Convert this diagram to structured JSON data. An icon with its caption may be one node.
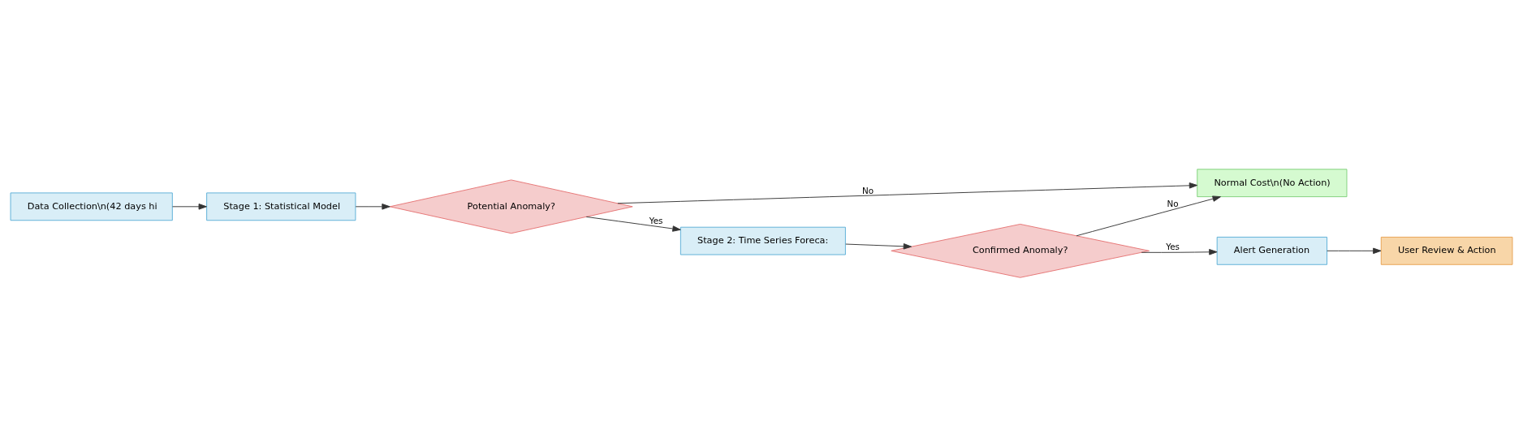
{
  "diagram": {
    "nodes": [
      {
        "text": [
          "Data Collection\\n(42 days hi"
        ]
      },
      {
        "text": [
          "Stage 1: Statistical Model"
        ]
      },
      {
        "text": [
          "Potential Anomaly?"
        ]
      },
      {
        "text": [
          "Normal Cost\\n(No Action)"
        ]
      },
      {
        "text": [
          "Stage 2: Time Series Foreca:"
        ]
      },
      {
        "text": [
          "Confirmed Anomaly?"
        ]
      },
      {
        "text": [
          "Alert Generation"
        ]
      },
      {
        "text": [
          "User Review & Action"
        ]
      }
    ],
    "edges": [
      {
        "from": 0,
        "to": 1,
        "arrow": "to"
      },
      {
        "from": 1,
        "to": 2,
        "arrow": "to"
      },
      {
        "from": 2,
        "to": 3,
        "arrow": "to",
        "label": "No"
      },
      {
        "from": 2,
        "to": 4,
        "arrow": "to",
        "label": "Yes"
      },
      {
        "from": 4,
        "to": 5,
        "arrow": "to"
      },
      {
        "from": 5,
        "to": 3,
        "arrow": "to",
        "label": "No"
      },
      {
        "from": 5,
        "to": 6,
        "arrow": "to",
        "label": "Yes"
      },
      {
        "from": 6,
        "to": 7,
        "arrow": "to"
      }
    ]
  }
}
